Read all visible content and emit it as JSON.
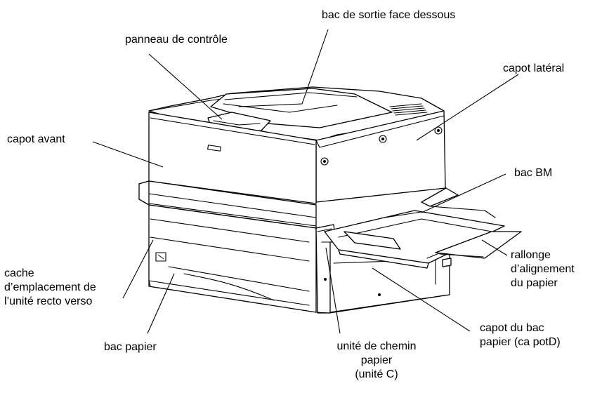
{
  "labels": {
    "face_down_tray": [
      "bac de sortie face dessous"
    ],
    "control_panel": [
      "panneau de contrôle"
    ],
    "side_cover": [
      "capot latéral"
    ],
    "front_cover": [
      "capot avant"
    ],
    "mp_tray": [
      "bac BM"
    ],
    "paper_alignment_extension": [
      "rallonge",
      "d’alignement",
      "du papier"
    ],
    "duplex_unit_slot_cover": [
      "cache",
      "d’emplacement de",
      "l’unité recto verso"
    ],
    "paper_tray": [
      "bac papier"
    ],
    "paper_path_unit": [
      "unité de chemin",
      "papier",
      "(unité C)"
    ],
    "paper_tray_cover": [
      "capot du bac",
      "papier (ca potD)"
    ]
  }
}
